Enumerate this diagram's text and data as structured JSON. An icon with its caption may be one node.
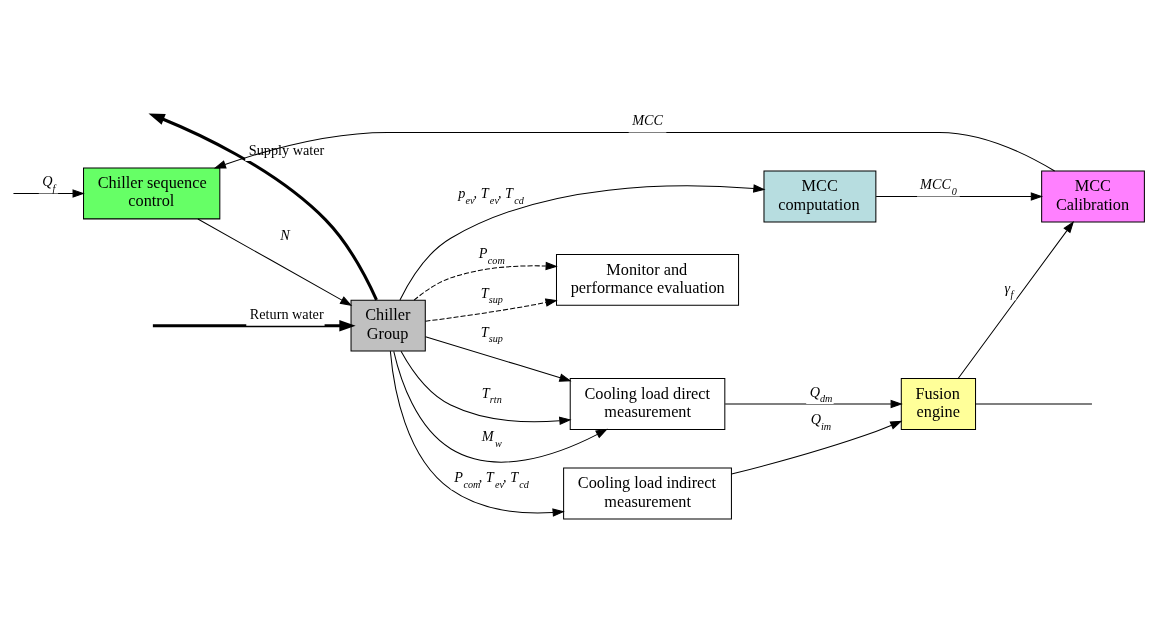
{
  "diagram": {
    "nodes": [
      {
        "text": [
          "Chiller sequence control"
        ]
      },
      {
        "text": [
          "Chiller Group"
        ]
      },
      {
        "text": [
          "MCC computation"
        ]
      },
      {
        "text": [
          "MCC Calibration"
        ]
      },
      {
        "text": [
          "Cooling load indirect measurement"
        ]
      },
      {
        "text": [
          "Fusion engine"
        ]
      },
      {
        "text": [
          "Cooling load direct measurement"
        ]
      },
      {
        "text": [
          "Monitor and performance evaluation"
        ]
      }
    ],
    "edges": [
      {
        "from": 1,
        "to": null,
        "arrow": "to",
        "label": "Supply water",
        "style": "thick"
      },
      {
        "from": null,
        "to": 1,
        "arrow": "to",
        "label": "Return water",
        "style": "thick"
      },
      {
        "from": 0,
        "to": 1,
        "arrow": "to",
        "label": "*N*"
      },
      {
        "from": 1,
        "to": 2,
        "arrow": "to",
        "label": "*p$_{ev}$, T$_{ev}$, T$_{cd}$*"
      },
      {
        "from": 2,
        "to": 3,
        "arrow": "to",
        "label": "*MCC$_{0}$*"
      },
      {
        "from": 5,
        "to": 3,
        "arrow": "to",
        "label": "*γ$_{f}$*"
      },
      {
        "from": 3,
        "to": 0,
        "arrow": "to",
        "label": "*MCC*"
      },
      {
        "from": null,
        "to": 0,
        "arrow": "to",
        "label": "*Q$_{f}$*"
      },
      {
        "from": 1,
        "to": 4,
        "arrow": "to",
        "label": "*P$_{com}$, T$_{ev}$, T$_{cd}$*"
      },
      {
        "from": 1,
        "to": 6,
        "arrow": "to",
        "label": "*T$_{rtn}$*"
      },
      {
        "from": 1,
        "to": 6,
        "arrow": "to",
        "label": "*M$_{w}$*"
      },
      {
        "from": 1,
        "to": 6,
        "arrow": "to",
        "label": "*T$_{sup}$*"
      },
      {
        "from": 4,
        "to": 5,
        "arrow": "to",
        "label": "*Q$_{im}$*"
      },
      {
        "from": 6,
        "to": 5,
        "arrow": "to",
        "label": "*Q$_{dm}$*"
      },
      {
        "from": 5,
        "to": null,
        "arrow": "none"
      },
      {
        "from": 1,
        "to": 7,
        "arrow": "to",
        "label": "*P$_{com}$*",
        "style": "dashed"
      },
      {
        "from": 1,
        "to": 7,
        "arrow": "to",
        "label": "*T$_{sup}$*",
        "style": "dashed"
      }
    ]
  }
}
